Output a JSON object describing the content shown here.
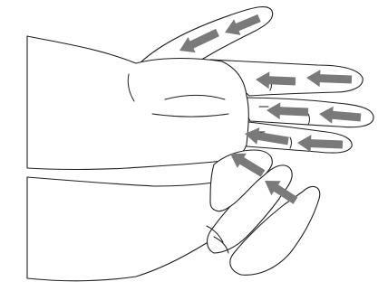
{
  "illustration": {
    "subject": "hands",
    "colors": {
      "outline": "#1f1f1f",
      "arrow": "#7a7a7a",
      "background": "#ffffff"
    },
    "arrow_direction": "left",
    "arrow_groups": [
      {
        "finger": "index",
        "arrow_count": 2
      },
      {
        "finger": "middle",
        "arrow_count": 2
      },
      {
        "finger": "ring",
        "arrow_count": 2
      },
      {
        "finger": "little",
        "arrow_count": 2
      },
      {
        "finger": "thumb",
        "arrow_count": 2
      }
    ]
  }
}
